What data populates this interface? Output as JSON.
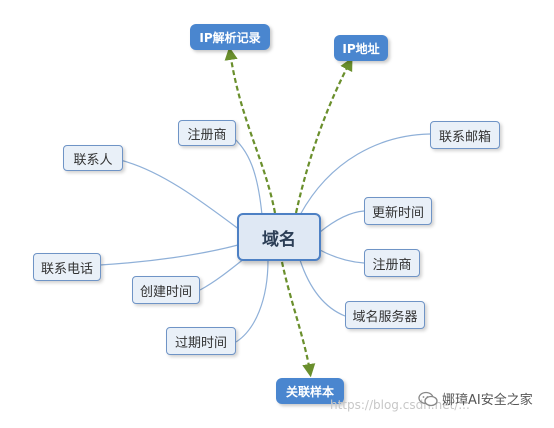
{
  "center": {
    "label": "域名"
  },
  "special_nodes": [
    {
      "id": "ip_record",
      "label": "IP解析记录"
    },
    {
      "id": "ip_addr",
      "label": "IP地址"
    },
    {
      "id": "related_sample",
      "label": "关联样本"
    }
  ],
  "leaf_nodes": [
    {
      "id": "registrar_left",
      "label": "注册商"
    },
    {
      "id": "contact_person",
      "label": "联系人"
    },
    {
      "id": "contact_phone",
      "label": "联系电话"
    },
    {
      "id": "created_time",
      "label": "创建时间"
    },
    {
      "id": "expire_time",
      "label": "过期时间"
    },
    {
      "id": "contact_email",
      "label": "联系邮箱"
    },
    {
      "id": "updated_time",
      "label": "更新时间"
    },
    {
      "id": "registrar_right",
      "label": "注册商"
    },
    {
      "id": "name_server",
      "label": "域名服务器"
    }
  ],
  "watermark": {
    "url": "https://blog.csdn.net/...",
    "brand": "娜璋AI安全之家"
  },
  "colors": {
    "leaf_edge": "#8fb0d8",
    "dashed_edge": "#6a8f2c",
    "special_fill": "#4a86cf",
    "center_border": "#4d80c4"
  }
}
